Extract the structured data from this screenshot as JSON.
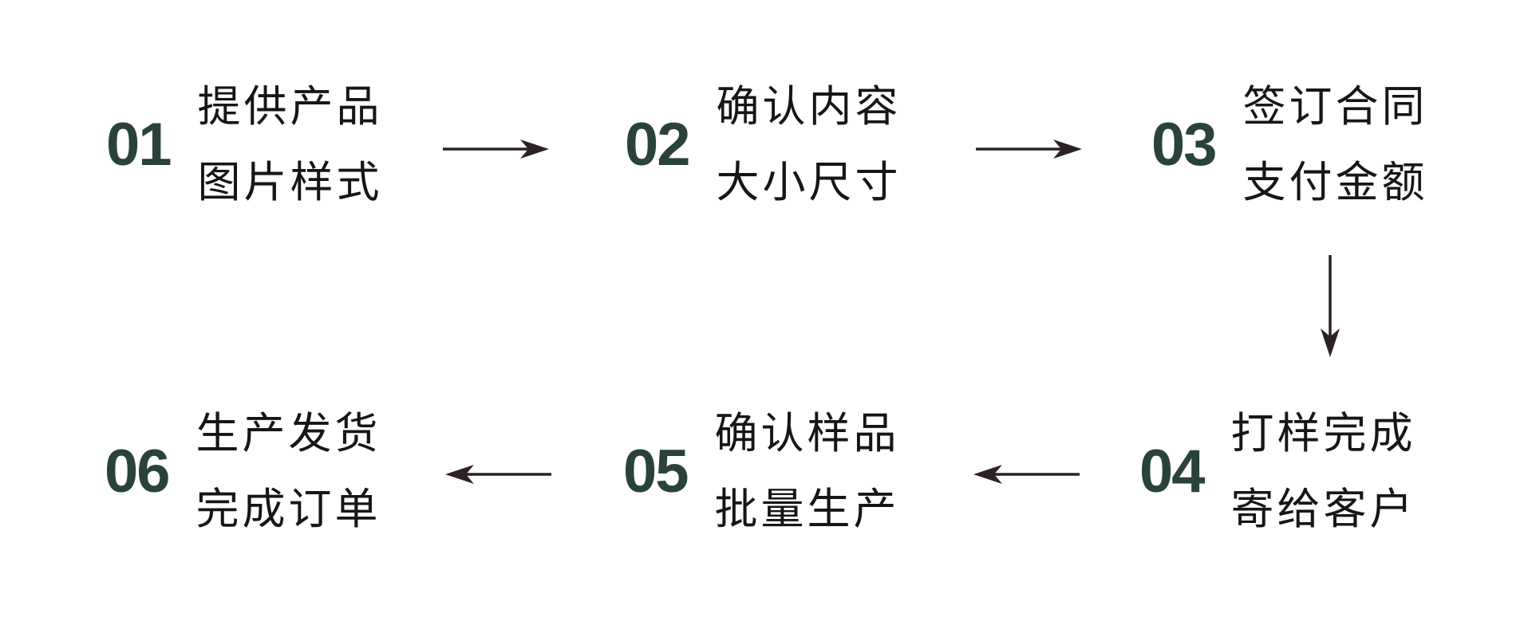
{
  "title": "order-process-flow",
  "colors": {
    "number": "#2a4238",
    "text": "#161616",
    "arrow": "#2c2124",
    "background": "#ffffff"
  },
  "steps": [
    {
      "number": "01",
      "line1": "提供产品",
      "line2": "图片样式"
    },
    {
      "number": "02",
      "line1": "确认内容",
      "line2": "大小尺寸"
    },
    {
      "number": "03",
      "line1": "签订合同",
      "line2": "支付金额"
    },
    {
      "number": "04",
      "line1": "打样完成",
      "line2": "寄给客户"
    },
    {
      "number": "05",
      "line1": "确认样品",
      "line2": "批量生产"
    },
    {
      "number": "06",
      "line1": "生产发货",
      "line2": "完成订单"
    }
  ],
  "flow": [
    {
      "from": "01",
      "to": "02",
      "direction": "right"
    },
    {
      "from": "02",
      "to": "03",
      "direction": "right"
    },
    {
      "from": "03",
      "to": "04",
      "direction": "down"
    },
    {
      "from": "04",
      "to": "05",
      "direction": "left"
    },
    {
      "from": "05",
      "to": "06",
      "direction": "left"
    }
  ]
}
